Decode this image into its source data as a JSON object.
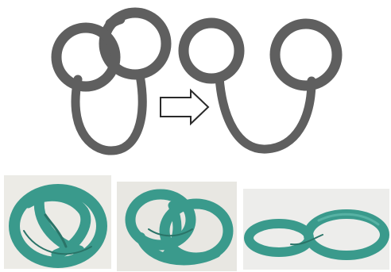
{
  "colors": {
    "curve": "#5f5f5f",
    "arrow_stroke": "#2a2a2a",
    "arrow_fill": "#ffffff",
    "clay": "#3a9a8c",
    "clay_dark": "#2a7468",
    "clay_light": "#57b2a4",
    "photo_bg_1": "#ecebe6",
    "photo_bg_2": "#e8e7e2",
    "photo_bg_3": "#ededeb"
  },
  "diagram": {
    "left": "knot-diagram-linked-rings",
    "arrow": "right-arrow",
    "right": "unknotted-figure-eight"
  },
  "photos": [
    {
      "name": "clay-pretzel-knot-photo"
    },
    {
      "name": "clay-knot-untwisting-photo"
    },
    {
      "name": "clay-figure-eight-photo"
    }
  ]
}
